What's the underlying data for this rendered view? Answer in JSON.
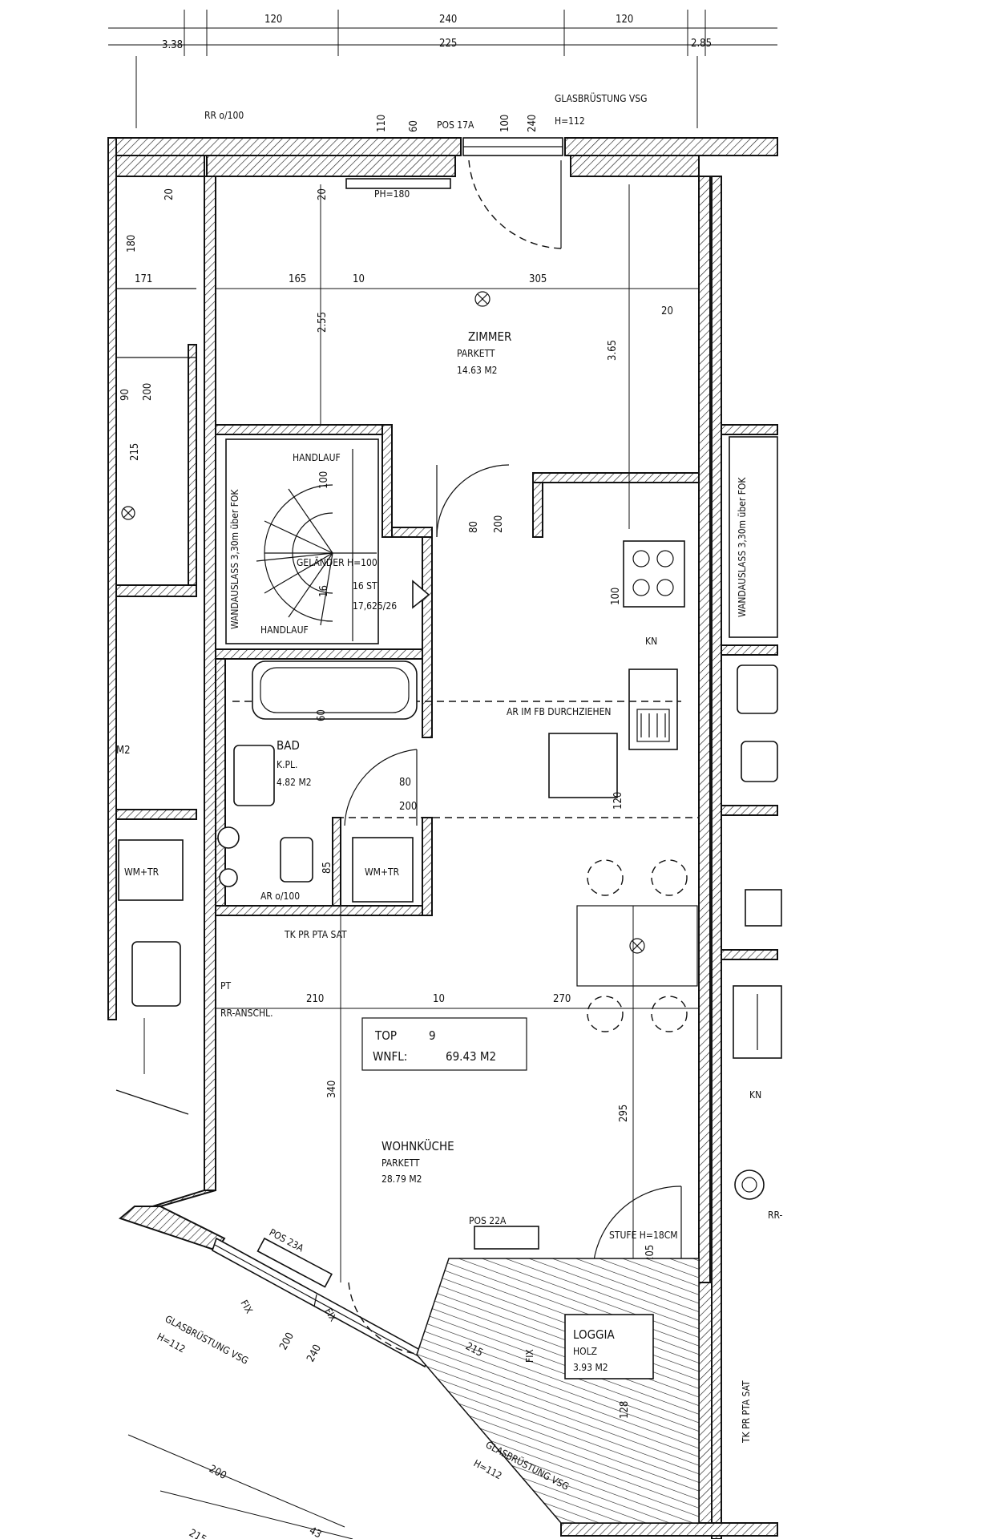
{
  "top_dims": {
    "a": "120",
    "b": "240",
    "c": "120",
    "d": "3.38",
    "e": "225",
    "f": "2.85"
  },
  "notes": {
    "rr": "RR o/100",
    "glas_top": "GLASBRÜSTUNG VSG",
    "glas_top_h": "H=112",
    "pos17": "POS 17A",
    "ph": "PH=180",
    "handlauf1": "HANDLAUF",
    "handlauf2": "HANDLAUF",
    "gelaender": "GELÄNDER H=100",
    "steps": "16 ST",
    "stepsize": "17,625/26",
    "wandauslass_left": "WANDAUSLASS 3,30m über FOK",
    "wandauslass_right": "WANDAUSLASS 3,30m über FOK",
    "ar_fb": "AR IM FB DURCHZIEHEN",
    "kn": "KN",
    "kn2": "KN",
    "wm_left": "WM+TR",
    "wm_bath": "WM+TR",
    "ar100": "AR o/100",
    "pt": "PT",
    "rr_anschl": "RR-ANSCHL.",
    "pos22": "POS 22A",
    "pos23": "POS 23A",
    "stufe": "STUFE H=18CM",
    "glas_diag": "GLASBRÜSTUNG VSG",
    "glas_diag_h": "H=112",
    "glas_bottom": "GLASBRÜSTUNG VSG",
    "glas_bottom_h": "H=112",
    "fix1": "FIX",
    "fix2": "FIX",
    "fix3": "FIX",
    "sockets": "TK PR PTA SAT",
    "rr_right": "RR-"
  },
  "rooms": {
    "zimmer": {
      "name": "ZIMMER",
      "floor": "PARKETT",
      "area": "14.63 M2"
    },
    "bad": {
      "name": "BAD",
      "floor": "K.PL.",
      "area": "4.82 M2"
    },
    "wohnkuche": {
      "name": "WOHNKÜCHE",
      "floor": "PARKETT",
      "area": "28.79 M2"
    },
    "loggia": {
      "name": "LOGGIA",
      "floor": "HOLZ",
      "area": "3.93 M2"
    }
  },
  "top_box": {
    "label1": "TOP",
    "num": "9",
    "label2": "WNFL:",
    "area": "69.43 M2"
  },
  "dims": {
    "d165": "165",
    "d10a": "10",
    "d305": "305",
    "d255": "2.55",
    "d365": "3.65",
    "d20a": "20",
    "d20b": "20",
    "d110": "110",
    "d60": "60",
    "d100": "100",
    "d240": "240",
    "d80": "80",
    "d200": "200",
    "d100b": "100",
    "d80b": "80",
    "d200b": "200",
    "d120": "120",
    "d85": "85",
    "d210": "210",
    "d10b": "10",
    "d270": "270",
    "d340": "340",
    "d295": "295",
    "d120b": "120",
    "d215": "215",
    "d128": "128",
    "d200c": "200",
    "d240b": "240",
    "d200d": "200",
    "d215b": "215",
    "d43": "43",
    "d90": "90",
    "d200e": "200",
    "d215c": "215",
    "d20c": "20",
    "d171": "171",
    "d180": "180",
    "d16": "16",
    "d205": "205",
    "dm2": "M2"
  }
}
